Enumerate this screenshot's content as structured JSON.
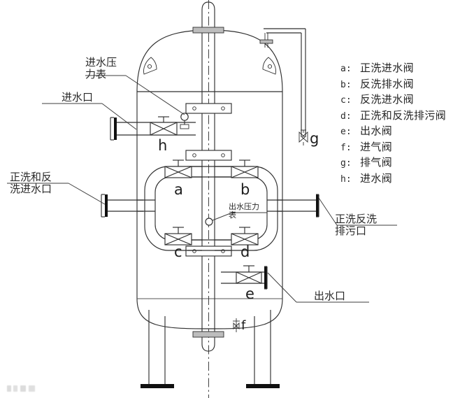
{
  "diagram": {
    "title_visible": false,
    "type": "mechanical-filter-vessel-p-and-id",
    "stroke_color": "#2f2f2f",
    "fill_color": "#ffffff",
    "centerline_color": "#3a3a3a",
    "base_plate_color": "#101010"
  },
  "legend": {
    "items": [
      {
        "key": "a:",
        "label": "正洗进水阀"
      },
      {
        "key": "b:",
        "label": "反洗排水阀"
      },
      {
        "key": "c:",
        "label": "反洗进水阀"
      },
      {
        "key": "d:",
        "label": "正洗和反洗排污阀"
      },
      {
        "key": "e:",
        "label": "出水阀"
      },
      {
        "key": "f:",
        "label": "进气阀"
      },
      {
        "key": "g:",
        "label": "排气阀"
      },
      {
        "key": "h:",
        "label": "进水阀"
      }
    ]
  },
  "callouts": {
    "inlet_pressure_gauge": {
      "line1": "进水压",
      "line2": "力表"
    },
    "water_inlet": {
      "line1": "进水口"
    },
    "forward_back_wash_inlet": {
      "line1": "正洗和反",
      "line2": "洗进水口"
    },
    "outlet_pressure_gauge": {
      "line1": "出水压力",
      "line2": "表"
    },
    "forward_back_wash_drain": {
      "line1": "正洗反洗",
      "line2": "排污口"
    },
    "water_outlet": {
      "line1": "出水口"
    }
  },
  "valve_tags": {
    "a": "a",
    "b": "b",
    "c": "c",
    "d": "d",
    "e": "e",
    "f": "f",
    "g": "g",
    "h": "h"
  }
}
